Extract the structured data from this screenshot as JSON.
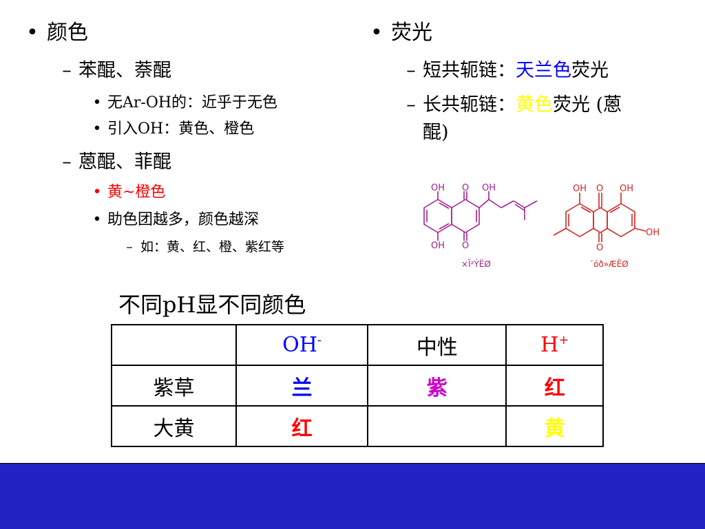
{
  "left": {
    "heading": "颜色",
    "group1": {
      "title": "苯醌、萘醌",
      "items": [
        "无Ar-OH的：近乎于无色",
        "引入OH：黄色、橙色"
      ]
    },
    "group2": {
      "title": "蒽醌、菲醌",
      "items": [
        "黄~橙色",
        "助色团越多，颜色越深"
      ],
      "sub": "如：黄、红、橙、紫红等"
    }
  },
  "right": {
    "heading": "荧光",
    "item1_prefix": "短共轭链：",
    "item1_colored": "天兰色",
    "item1_suffix": "荧光",
    "item2_prefix": "长共轭链：",
    "item2_colored": "黄色",
    "item2_suffix": "荧光 (蒽",
    "item2_cont": "醌)"
  },
  "molecules": {
    "m1": {
      "oh_top1": "OH",
      "o_top": "O",
      "oh_top2": "OH",
      "oh_bottom": "OH",
      "o_bottom": "O",
      "caption": "×Ï²ÝËØ"
    },
    "m2": {
      "oh_top1": "OH",
      "o_top": "O",
      "oh_top2": "OH",
      "oh_right": "OH",
      "o_bottom": "O",
      "caption": "´óð»ÆËØ"
    }
  },
  "table": {
    "title": "不同pH显不同颜色",
    "header": {
      "col1": "OH",
      "col1_sup": "-",
      "col2": "中性",
      "col3": "H",
      "col3_sup": "+"
    },
    "rows": [
      {
        "name": "紫草",
        "c1": "兰",
        "c2": "紫",
        "c3": "红"
      },
      {
        "name": "大黄",
        "c1": "红",
        "c2": "",
        "c3": "黄"
      }
    ]
  },
  "bullets": {
    "round": "•",
    "dash": "–"
  },
  "colors": {
    "bar": "#2323c4",
    "mol1": "#a0228c",
    "mol2": "#d42222"
  }
}
